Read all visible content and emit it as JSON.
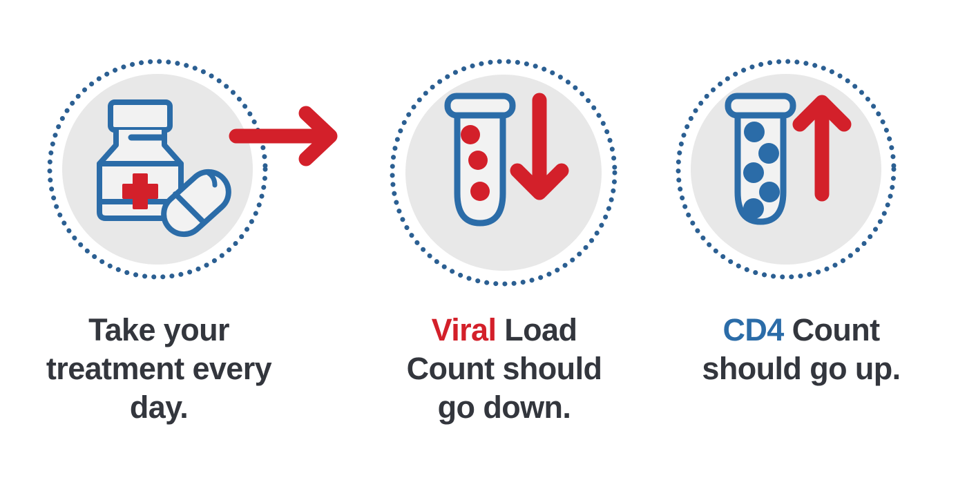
{
  "palette": {
    "brand_blue": "#2b6ca8",
    "ring_blue": "#2b5f92",
    "accent_red": "#d3202a",
    "arrow_red": "#d3202a",
    "text_dark": "#33363d",
    "disc_gray": "#e8e8e8",
    "background": "#ffffff"
  },
  "steps": [
    {
      "id": "take-treatment",
      "icon_name": "medicine-bottle-and-capsule-icon",
      "caption_lines": [
        "Take your",
        "treatment",
        "every day."
      ],
      "caption_plain": "Take your treatment every day."
    },
    {
      "id": "viral-load-down",
      "icon_name": "test-tube-red-cells-down-arrow-icon",
      "caption_accent": "Viral",
      "caption_accent_color": "#d3202a",
      "caption_rest": " Load\nCount should\ngo down.",
      "caption_plain": "Viral Load Count should go down.",
      "tube_dot_color": "#d3202a",
      "tube_dot_count": 3,
      "arrow_direction": "down",
      "arrow_color": "#d3202a"
    },
    {
      "id": "cd4-count-up",
      "icon_name": "test-tube-blue-cells-up-arrow-icon",
      "caption_accent": "CD4",
      "caption_accent_color": "#2b6ca8",
      "caption_rest": " Count\nshould go up.",
      "caption_plain": "CD4 Count should go up.",
      "tube_dot_color": "#2b6ca8",
      "tube_dot_count": 5,
      "arrow_direction": "up",
      "arrow_color": "#d3202a"
    }
  ],
  "connector": {
    "icon_name": "right-arrow-icon",
    "direction": "right",
    "color": "#d3202a"
  }
}
